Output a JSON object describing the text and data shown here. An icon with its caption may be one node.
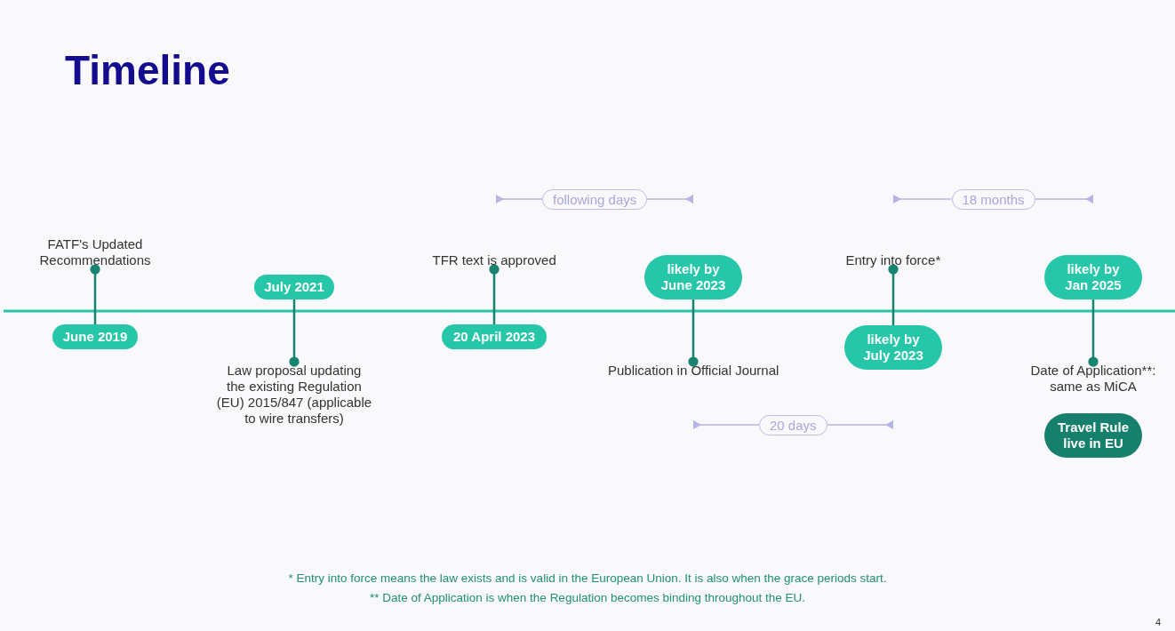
{
  "diagram": {
    "title": "Timeline",
    "nodes": [
      {
        "text": [
          "June 2019"
        ]
      },
      {
        "text": [
          "July 2021"
        ]
      },
      {
        "text": [
          "20 April 2023"
        ]
      },
      {
        "text": [
          "likely by June 2023"
        ]
      },
      {
        "text": [
          "likely by July 2023"
        ]
      },
      {
        "text": [
          "likely by Jan 2025"
        ]
      },
      {
        "text": [
          "Travel Rule live in EU"
        ]
      },
      {
        "text": [
          "FATF's Updated Recommendations"
        ]
      },
      {
        "text": [
          "Law proposal updating the existing Regulation (EU) 2015/847 (applicable to wire transfers)"
        ]
      },
      {
        "text": [
          "TFR text is approved"
        ]
      },
      {
        "text": [
          "Publication in Official Journal"
        ]
      },
      {
        "text": [
          "Entry into force*"
        ]
      },
      {
        "text": [
          "Date of Application**: same as MiCA"
        ]
      }
    ],
    "edges": [
      {
        "from": 7,
        "to": 0,
        "arrow": "other"
      },
      {
        "from": 8,
        "to": 1,
        "arrow": "other"
      },
      {
        "from": 9,
        "to": 2,
        "arrow": "other"
      },
      {
        "from": 10,
        "to": 3,
        "arrow": "other"
      },
      {
        "from": 11,
        "to": 4,
        "arrow": "other"
      },
      {
        "from": 12,
        "to": 5,
        "arrow": "other"
      }
    ],
    "labels": [
      "following days",
      "18 months",
      "20 days",
      "* Entry into force means the law exists and is valid in the European Union. It is also when the grace periods start.",
      "** Date of Application is when the Regulation becomes binding throughout the EU.",
      "4"
    ]
  }
}
